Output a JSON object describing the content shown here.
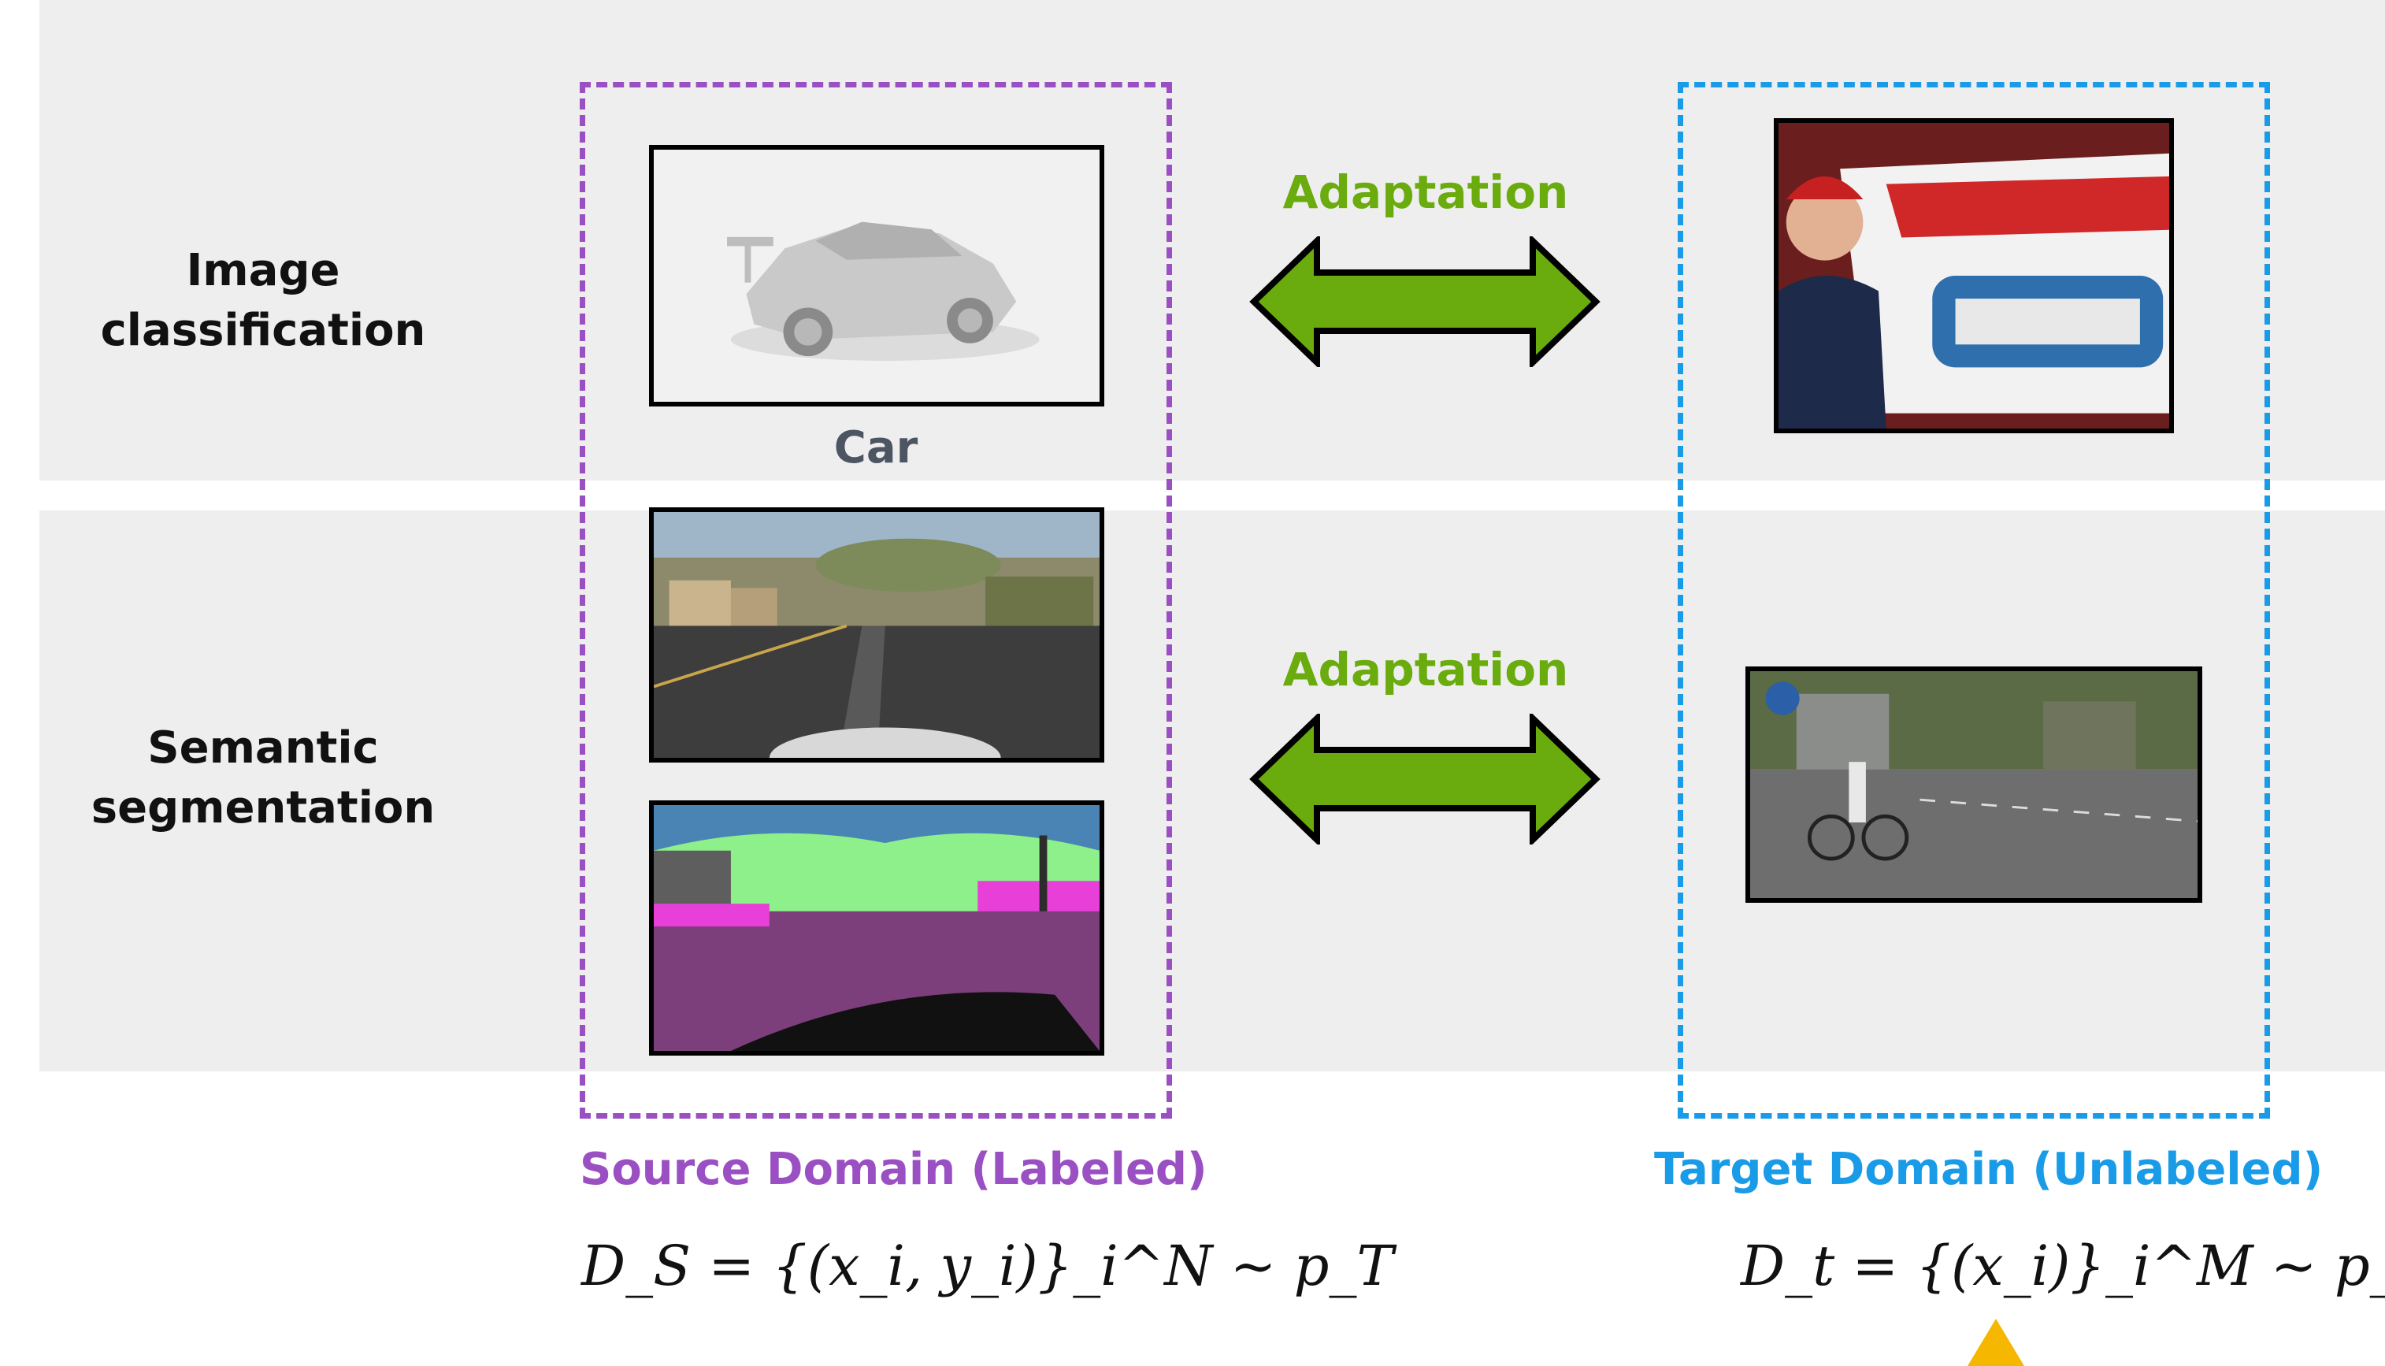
{
  "rows": [
    {
      "label_line1": "Image",
      "label_line2": "classification"
    },
    {
      "label_line1": "Semantic",
      "label_line2": "segmentation"
    }
  ],
  "adaptation_labels": [
    "Adaptation",
    "Adaptation"
  ],
  "car_caption": "Car",
  "source": {
    "title": "Source Domain (Labeled)",
    "color": "#9a4fc2",
    "formula": "D_S = {(x_i, y_i)}_i^N ~ p_T"
  },
  "target": {
    "title": "Target Domain (Unlabeled)",
    "color": "#1a9be8",
    "formula": "D_t = {(x_i)}_i^M ~ p_S"
  },
  "colors": {
    "arrow_fill": "#6aab0e",
    "adaptation_text": "#6aab0e",
    "band": "#eeeeee",
    "marker": "#f5b700"
  },
  "icons": {
    "arrow": "double-headed-arrow",
    "marker": "triangle-pointer"
  }
}
